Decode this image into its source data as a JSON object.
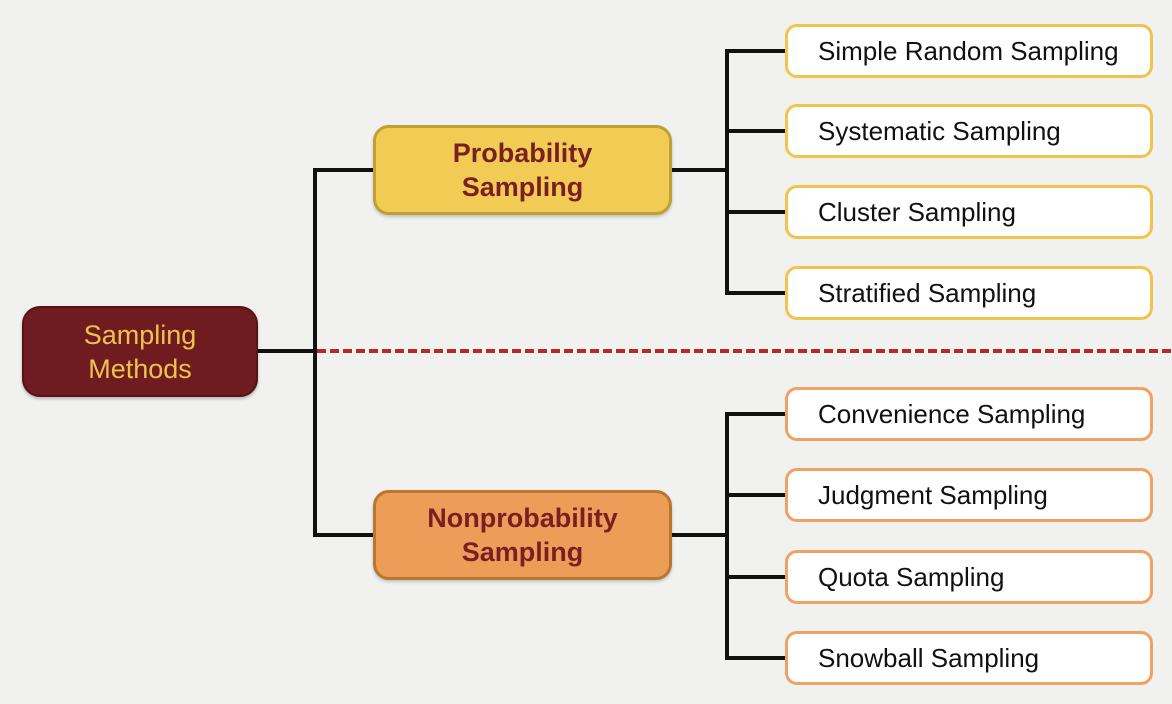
{
  "canvas": {
    "background_color": "#F1F1F0",
    "connector_color": "#111111",
    "divider_color": "#B22B27"
  },
  "diagram": {
    "root": {
      "label_line1": "Sampling",
      "label_line2": "Methods",
      "fill_color": "#6F1C21",
      "text_color": "#F0C24B"
    },
    "branches": [
      {
        "label_line1": "Probability",
        "label_line2": "Sampling",
        "fill_color": "#F2CB54",
        "border_color": "#BFA035",
        "text_color": "#7A1F24",
        "child_border_color": "#F2C44E",
        "children": [
          "Simple Random Sampling",
          "Systematic Sampling",
          "Cluster Sampling",
          "Stratified Sampling"
        ]
      },
      {
        "label_line1": "Nonprobability",
        "label_line2": "Sampling",
        "fill_color": "#EC9E58",
        "border_color": "#B9762F",
        "text_color": "#7A1F24",
        "child_border_color": "#F0A265",
        "children": [
          "Convenience Sampling",
          "Judgment Sampling",
          "Quota Sampling",
          "Snowball Sampling"
        ]
      }
    ]
  }
}
